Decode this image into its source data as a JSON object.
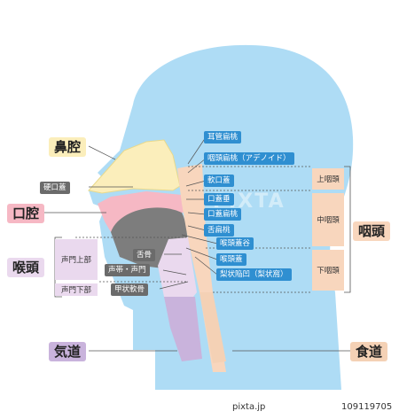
{
  "labels": {
    "nasal_cavity": "鼻腔",
    "oral_cavity": "口腔",
    "larynx": "喉頭",
    "trachea": "気道",
    "pharynx": "咽頭",
    "esophagus": "食道",
    "hard_palate": "硬口蓋",
    "eustachian_tonsil": "耳管扁桃",
    "adenoid": "咽頭扁桃（アデノイド）",
    "soft_palate": "軟口蓋",
    "uvula": "口蓋垂",
    "palatine_tonsil": "口蓋扁桃",
    "lingual_tonsil": "舌扁桃",
    "vallecula": "喉頭蓋谷",
    "epiglottis": "喉頭蓋",
    "piriform_fossa": "梨状陥凹（梨状窩）",
    "hyoid": "舌骨",
    "vocal_cords": "声帯・声門",
    "thyroid_cartilage": "甲状軟骨",
    "upper_larynx": "声門上部",
    "lower_larynx": "声門下部",
    "nasopharynx": "上咽頭",
    "oropharynx": "中咽頭",
    "hypopharynx": "下咽頭"
  },
  "watermark": "PIXTA",
  "footer": {
    "brand": "pixta.jp",
    "image_number": "109119705"
  },
  "colors": {
    "head": "#aedcf5",
    "nasal": "#fbeebb",
    "mouth": "#f6b8c4",
    "tongue": "#7d7d7d",
    "pharynx": "#f8d6bd",
    "larynx": "#ead9ee",
    "trachea": "#c9b3dc",
    "esophagus": "#f4d1b5"
  }
}
